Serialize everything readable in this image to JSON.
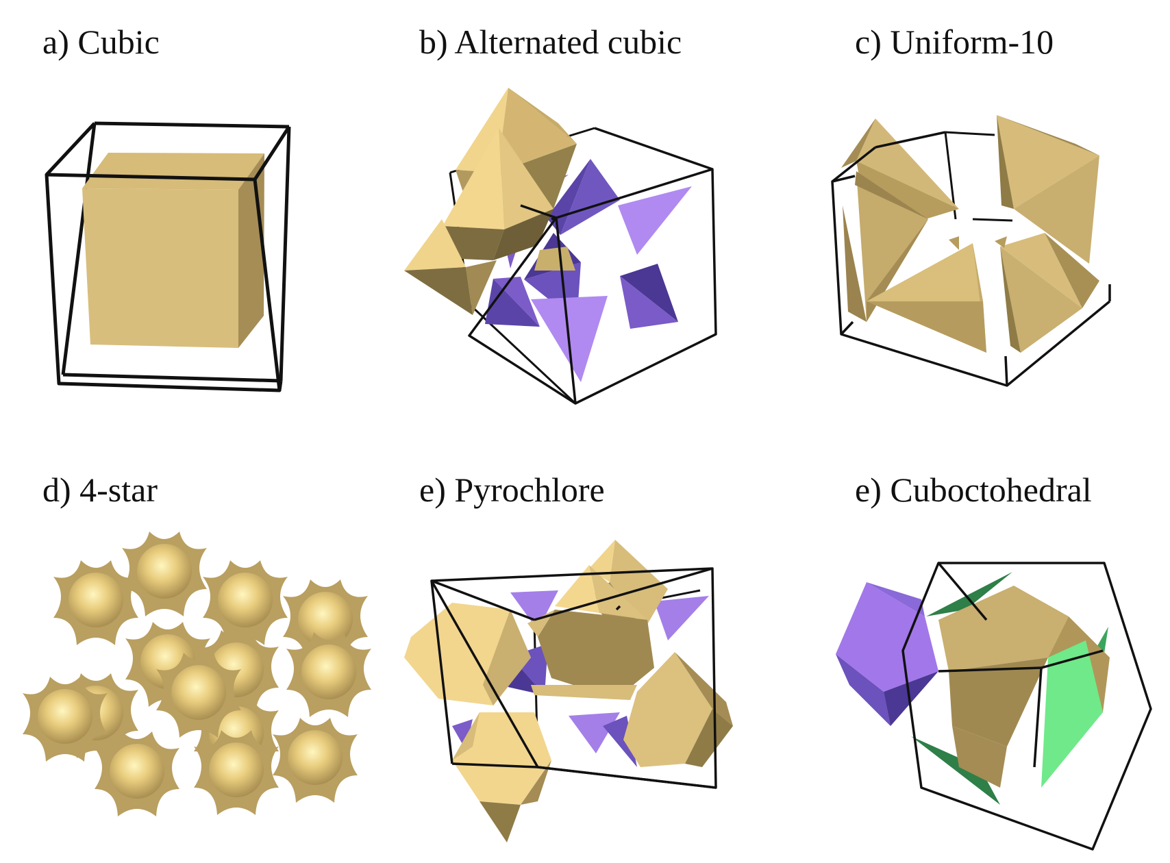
{
  "panels": [
    {
      "label": "a) Cubic"
    },
    {
      "label": "b) Alternated cubic"
    },
    {
      "label": "c) Uniform-10"
    },
    {
      "label": "d) 4-star"
    },
    {
      "label": "e) Pyrochlore"
    },
    {
      "label": "e) Cuboctohedral"
    }
  ],
  "colors": {
    "gold_light": "#F3D78F",
    "gold_mid": "#D8BC78",
    "gold_dark": "#8F7B46",
    "purple_light": "#B08AF0",
    "purple_mid": "#7C5CC8",
    "purple_dark": "#4B3794",
    "green_light": "#6FE98A",
    "green_dark": "#2E7F48",
    "frame": "#111111"
  }
}
